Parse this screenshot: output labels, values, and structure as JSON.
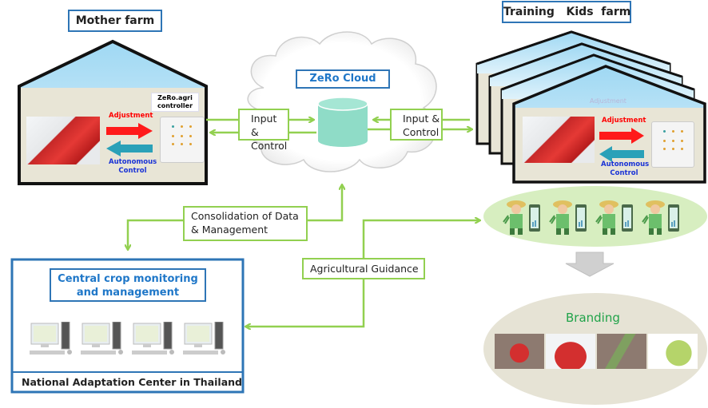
{
  "mother_farm": {
    "title": "Mother farm",
    "controller_label_line1": "ZeRo.agri",
    "controller_label_line2": "controller",
    "adjustment": "Adjustment",
    "autonomous_line1": "Autonomous",
    "autonomous_line2": "Control"
  },
  "cloud": {
    "title": "ZeRo Cloud",
    "left_link_line1": "Input &",
    "left_link_line2": "Control",
    "right_link_line1": "Input &",
    "right_link_line2": "Control"
  },
  "kids_farm": {
    "title": "Training   Kids  farm",
    "adjustment": "Adjustment",
    "autonomous_line1": "Autonomous",
    "autonomous_line2": "Control",
    "ghost_label": "Adjustment"
  },
  "links": {
    "consolidation_line1": "Consolidation of Data",
    "consolidation_line2": "& Management",
    "guidance": "Agricultural Guidance"
  },
  "central": {
    "title_line1": "Central crop monitoring",
    "title_line2": "and management",
    "footer": "National Adaptation Center in Thailand",
    "computer_count": 4
  },
  "farmers": {
    "count": 4
  },
  "branding": {
    "title": "Branding",
    "products": [
      "cherry-tomatoes",
      "strawberries",
      "okra",
      "grapes"
    ]
  },
  "colors": {
    "link_green": "#92d050",
    "box_blue": "#2e75b6",
    "adjust_red": "#ff0000",
    "auto_blue": "#1a33d6",
    "cylinder": "#8fdcc7",
    "branding_green": "#21a34a"
  }
}
